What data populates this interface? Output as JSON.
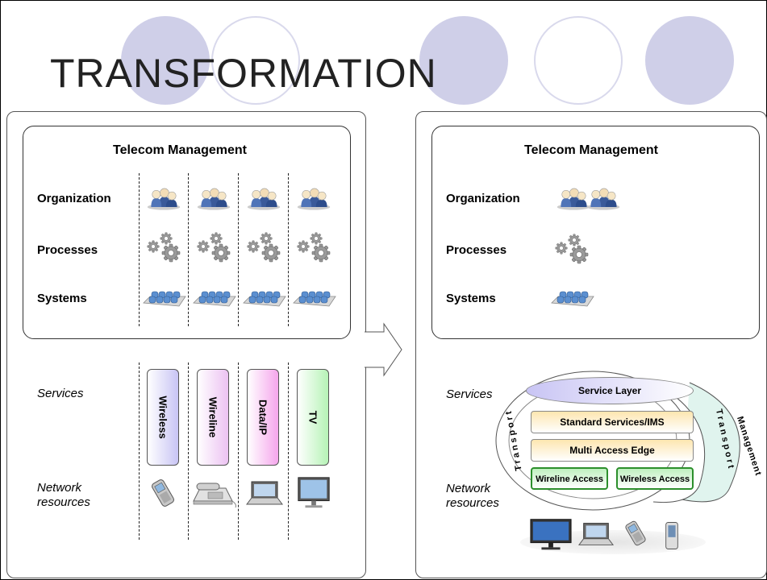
{
  "slide": {
    "title": "TRANSFORMATION"
  },
  "before": {
    "heading": "Telecom Management",
    "rows": [
      "Organization",
      "Processes",
      "Systems"
    ],
    "services_label": "Services",
    "network_label_line1": "Network",
    "network_label_line2": "resources",
    "services": [
      {
        "label": "Wireless",
        "color": "#c8c4f4"
      },
      {
        "label": "Wireline",
        "color": "#ecc2f2"
      },
      {
        "label": "Data/IP",
        "color": "#f5a6ec"
      },
      {
        "label": "TV",
        "color": "#b6f3b6"
      }
    ]
  },
  "after": {
    "heading": "Telecom Management",
    "rows": [
      "Organization",
      "Processes",
      "Systems"
    ],
    "services_label": "Services",
    "network_label_line1": "Network",
    "network_label_line2": "resources",
    "layers": {
      "service_layer": "Service Layer",
      "standard_services": "Standard Services/IMS",
      "multi_access_edge": "Multi Access Edge",
      "wireline_access": "Wireline Access",
      "wireless_access": "Wireless Access"
    },
    "arc_labels": {
      "transport": "Transport",
      "management": "Management"
    }
  },
  "icons": {
    "people": "people-icon",
    "gears": "gears-icon",
    "database": "database-icon",
    "mobile": "mobile-phone-icon",
    "desk_phone": "desk-phone-icon",
    "laptop": "laptop-icon",
    "monitor": "monitor-icon"
  }
}
